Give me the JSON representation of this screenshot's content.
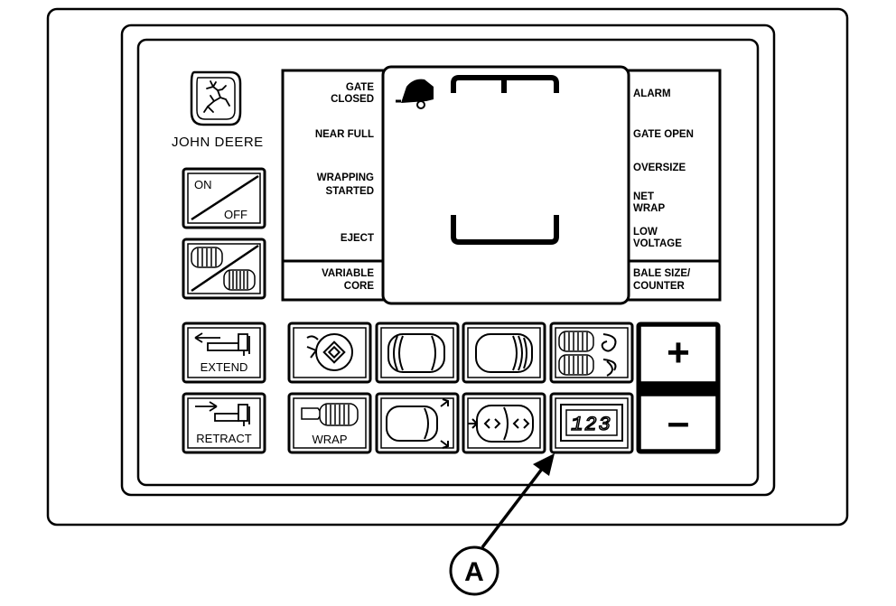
{
  "brand": {
    "name": "JOHN DEERE"
  },
  "left_labels": {
    "gate_closed": [
      "GATE",
      "CLOSED"
    ],
    "near_full": "NEAR FULL",
    "wrapping_started": [
      "WRAPPING",
      "STARTED"
    ],
    "eject": "EJECT",
    "variable_core": [
      "VARIABLE",
      "CORE"
    ]
  },
  "right_labels": {
    "alarm": "ALARM",
    "gate_open": "GATE OPEN",
    "oversize": "OVERSIZE",
    "net_wrap": [
      "NET",
      "WRAP"
    ],
    "low_voltage": [
      "LOW",
      "VOLTAGE"
    ],
    "bale_size_counter": [
      "BALE SIZE/",
      "COUNTER"
    ]
  },
  "buttons": {
    "on": "ON",
    "off": "OFF",
    "extend": "EXTEND",
    "retract": "RETRACT",
    "wrap": "WRAP",
    "counter_digits": "123",
    "plus": "+",
    "minus": "–"
  },
  "callout": {
    "letter": "A"
  },
  "colors": {
    "line": "#000000",
    "background": "#ffffff"
  }
}
